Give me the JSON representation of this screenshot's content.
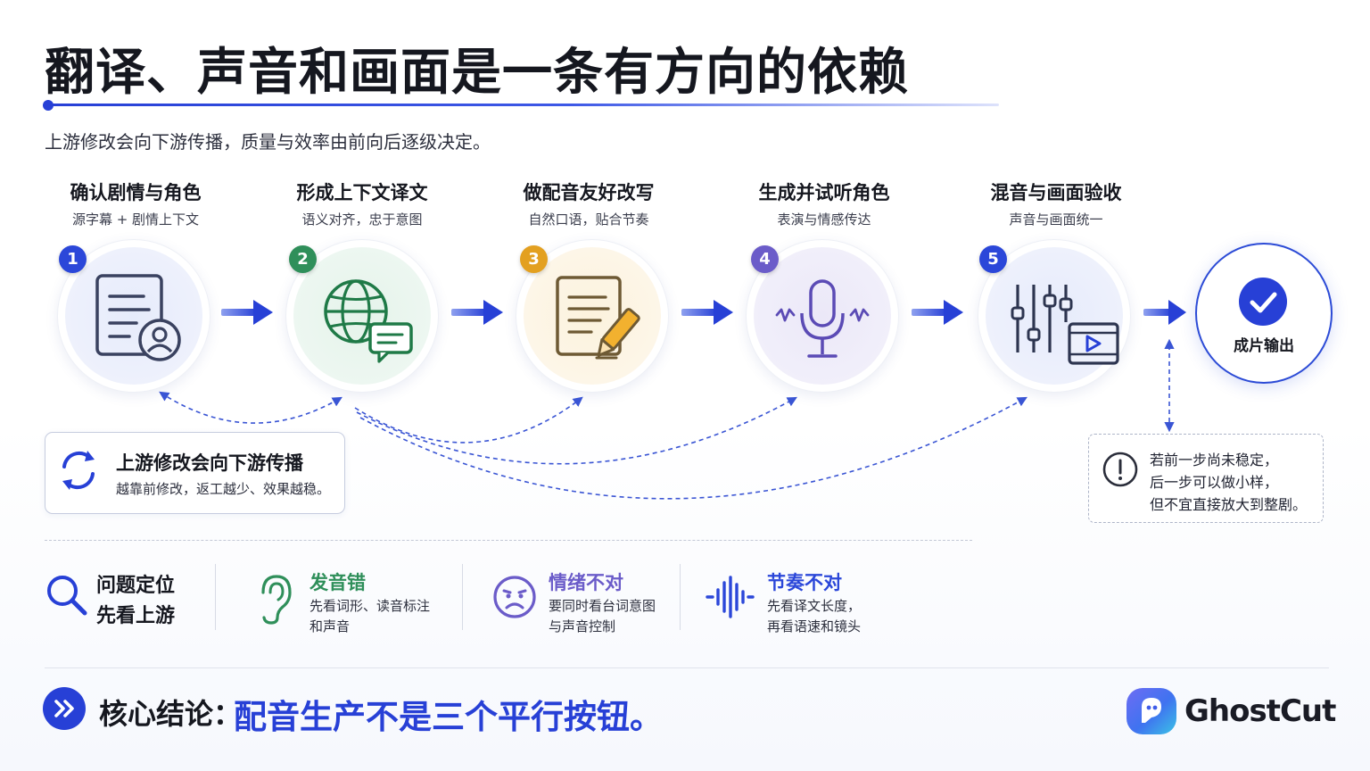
{
  "header": {
    "title": "翻译、声音和画面是一条有方向的依赖",
    "subtitle": "上游修改会向下游传播，质量与效率由前向后逐级决定。"
  },
  "steps": [
    {
      "number": "1",
      "title": "确认剧情与角色",
      "desc": "源字幕 + 剧情上下文",
      "icon": "document-user-icon",
      "color": "#2b47d9"
    },
    {
      "number": "2",
      "title": "形成上下文译文",
      "desc": "语义对齐，忠于意图",
      "icon": "globe-chat-icon",
      "color": "#2f8f5a"
    },
    {
      "number": "3",
      "title": "做配音友好改写",
      "desc": "自然口语，贴合节奏",
      "icon": "document-pencil-icon",
      "color": "#e3a020"
    },
    {
      "number": "4",
      "title": "生成并试听角色",
      "desc": "表演与情感传达",
      "icon": "microphone-icon",
      "color": "#6b5cc9"
    },
    {
      "number": "5",
      "title": "混音与画面验收",
      "desc": "声音与画面统一",
      "icon": "mixer-video-icon",
      "color": "#2b47d9"
    }
  ],
  "final": {
    "label": "成片输出",
    "icon": "check-icon"
  },
  "upstream": {
    "title": "上游修改会向下游传播",
    "desc": "越靠前修改，返工越少、效果越稳。",
    "icon": "cycle-arrows-icon"
  },
  "warning": {
    "lines": [
      "若前一步尚未稳定，",
      "后一步可以做小样，",
      "但不宜直接放大到整剧。"
    ],
    "icon": "alert-icon"
  },
  "tips": {
    "locate": {
      "line1": "问题定位",
      "line2": "先看上游",
      "icon": "search-icon"
    },
    "items": [
      {
        "title": "发音错",
        "line1": "先看词形、读音标注",
        "line2": "和声音",
        "icon": "ear-icon",
        "color": "#2f8f5a"
      },
      {
        "title": "情绪不对",
        "line1": "要同时看台词意图",
        "line2": "与声音控制",
        "icon": "sad-face-icon",
        "color": "#6b5cc9"
      },
      {
        "title": "节奏不对",
        "line1": "先看译文长度，",
        "line2": "再看语速和镜头",
        "icon": "waveform-icon",
        "color": "#2b47d9"
      }
    ]
  },
  "conclusion": {
    "label": "核心结论：",
    "text": "配音生产不是三个平行按钮。",
    "icon": "double-chevron-right-icon"
  },
  "brand": {
    "name": "GhostCut",
    "icon": "ghost-logo-icon"
  },
  "colors": {
    "accent": "#2740d6",
    "green": "#2f8f5a",
    "orange": "#e3a020",
    "purple": "#6b5cc9"
  }
}
